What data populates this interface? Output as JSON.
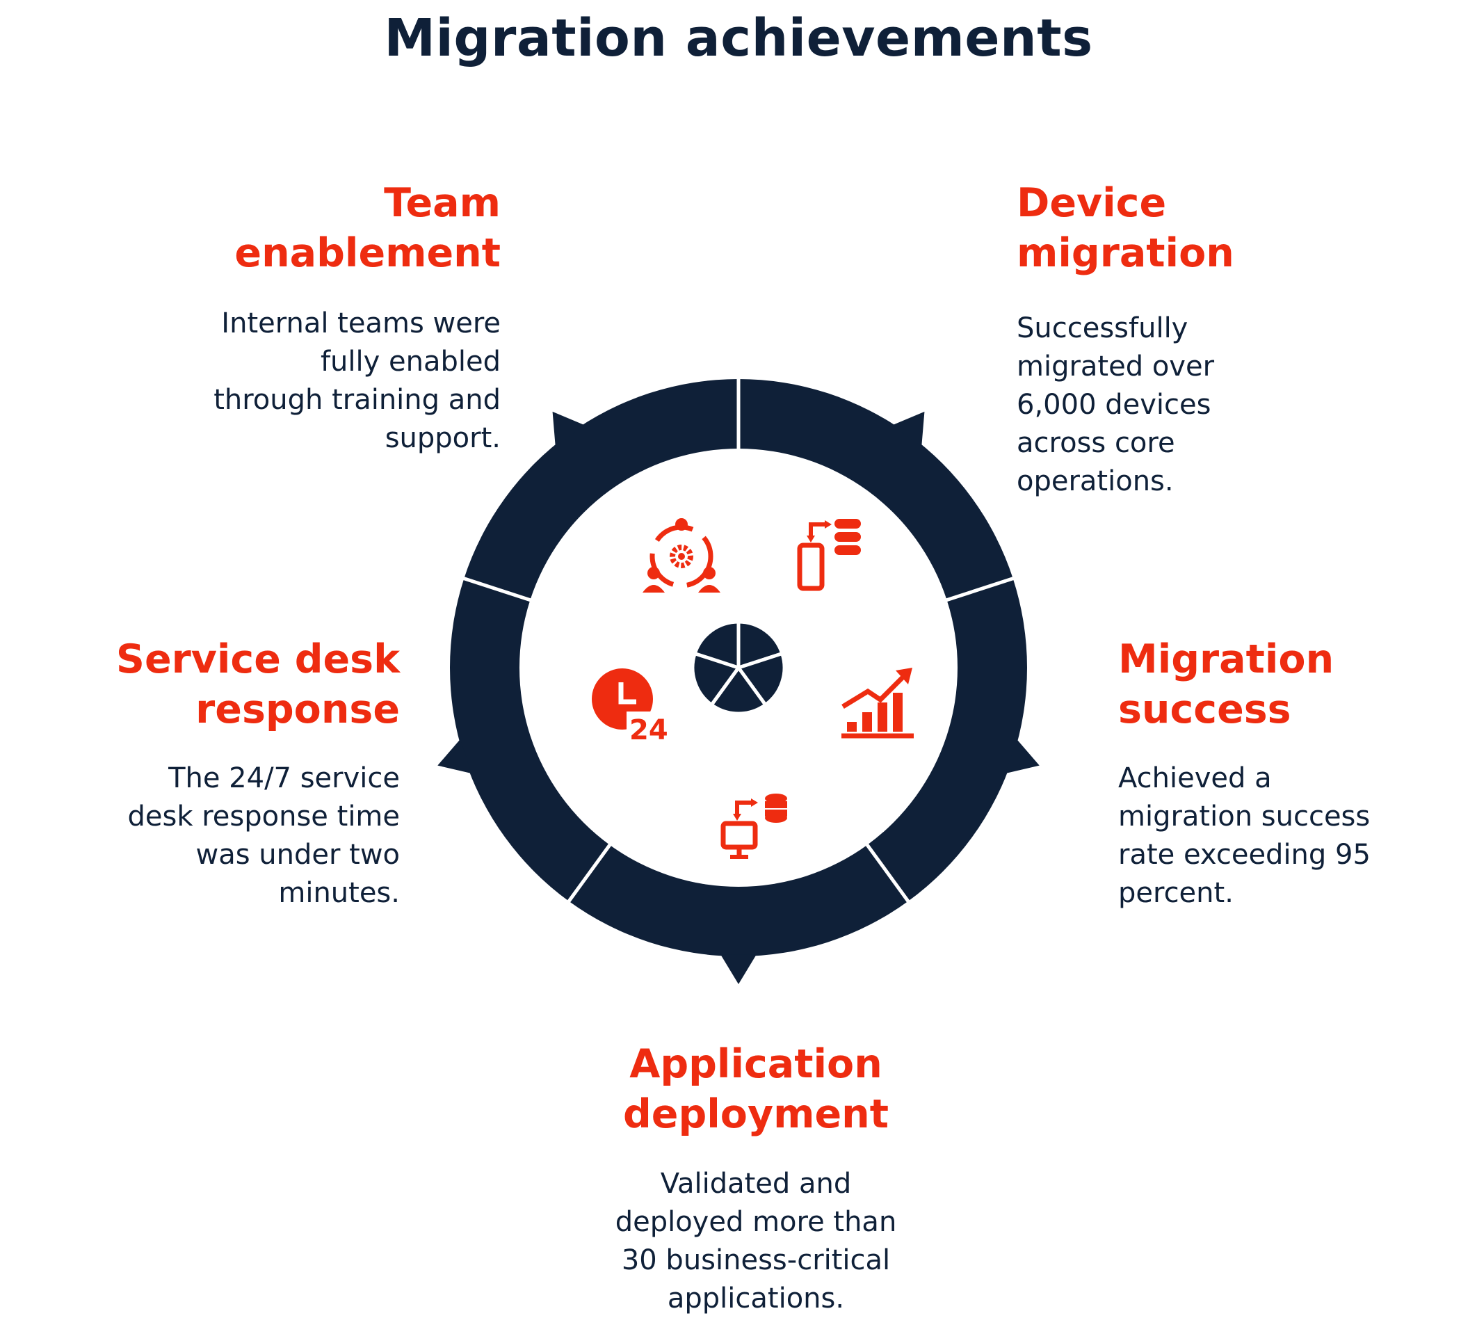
{
  "title": "Migration achievements",
  "colors": {
    "accent": "#ee2c10",
    "ring": "#0f2038",
    "text": "#0f2038"
  },
  "center_icon": "pie-chart-icon",
  "segments": [
    {
      "icon": "team-settings-icon",
      "heading": "Team enablement",
      "heading_lines": [
        "Team",
        "enablement"
      ],
      "description_lines": [
        "Internal teams were",
        "fully enabled",
        "through training and",
        "support."
      ]
    },
    {
      "icon": "device-server-transfer-icon",
      "heading": "Device migration",
      "heading_lines": [
        "Device",
        "migration"
      ],
      "description_lines": [
        "Successfully",
        "migrated over",
        "6,000 devices",
        "across core",
        "operations."
      ]
    },
    {
      "icon": "growth-chart-icon",
      "heading": "Migration success",
      "heading_lines": [
        "Migration",
        "success"
      ],
      "description_lines": [
        "Achieved a",
        "migration success",
        "rate exceeding 95",
        "percent."
      ]
    },
    {
      "icon": "desktop-database-transfer-icon",
      "heading": "Application deployment",
      "heading_lines": [
        "Application",
        "deployment"
      ],
      "description_lines": [
        "Validated and",
        "deployed more than",
        "30 business-critical",
        "applications."
      ]
    },
    {
      "icon": "clock-24-icon",
      "heading": "Service desk response",
      "heading_lines": [
        "Service desk",
        "response"
      ],
      "description_lines": [
        "The 24/7 service",
        "desk response time",
        "was under two",
        "minutes."
      ]
    }
  ]
}
